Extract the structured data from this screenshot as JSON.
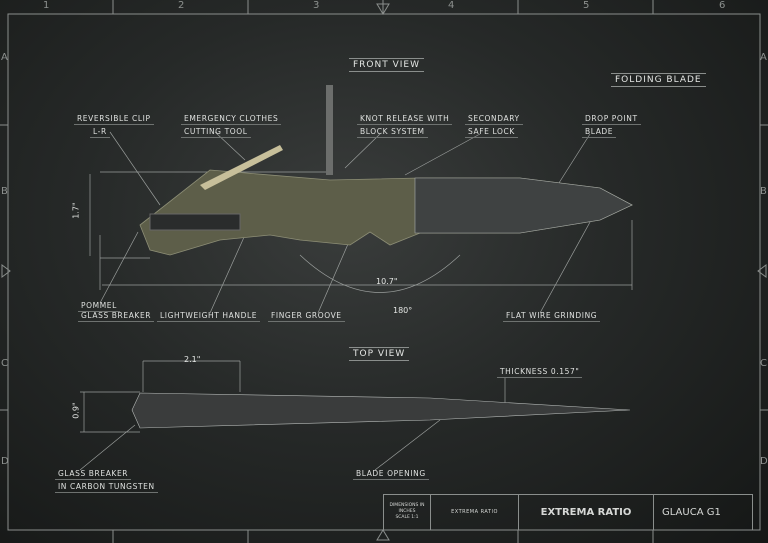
{
  "grid": {
    "columns": [
      "1",
      "2",
      "3",
      "4",
      "5",
      "6"
    ],
    "rows": [
      "A",
      "B",
      "C",
      "D"
    ]
  },
  "views": {
    "front": "FRONT VIEW",
    "top": "TOP VIEW",
    "folding": "FOLDING BLADE"
  },
  "labels": {
    "clip": [
      "REVERSIBLE CLIP",
      "L-R"
    ],
    "cutting": [
      "EMERGENCY CLOTHES",
      "CUTTING TOOL"
    ],
    "knot": [
      "KNOT RELEASE WITH",
      "BLOCK SYSTEM"
    ],
    "safe": [
      "SECONDARY",
      "SAFE LOCK"
    ],
    "drop": [
      "DROP POINT",
      "BLADE"
    ],
    "pommel": [
      "POMMEL",
      "GLASS BREAKER"
    ],
    "handle": "LIGHTWEIGHT HANDLE",
    "groove": "FINGER GROOVE",
    "grinding": "FLAT WIRE GRINDING",
    "glass": [
      "GLASS BREAKER",
      "IN CARBON TUNGSTEN"
    ],
    "opening": "BLADE OPENING",
    "thickness": "THICKNESS 0.157\""
  },
  "dimensions": {
    "height": "1.7\"",
    "length": "10.7\"",
    "angle": "180°",
    "top_len": "2.1\"",
    "top_h": "0.9\""
  },
  "title_block": {
    "dims": [
      "DIMENSIONS IN",
      "INCHES",
      "SCALE 1:1"
    ],
    "logo": "EXTREMA RATIO",
    "brand": "EXTREMA RATIO",
    "model": "GLAUCA G1"
  }
}
